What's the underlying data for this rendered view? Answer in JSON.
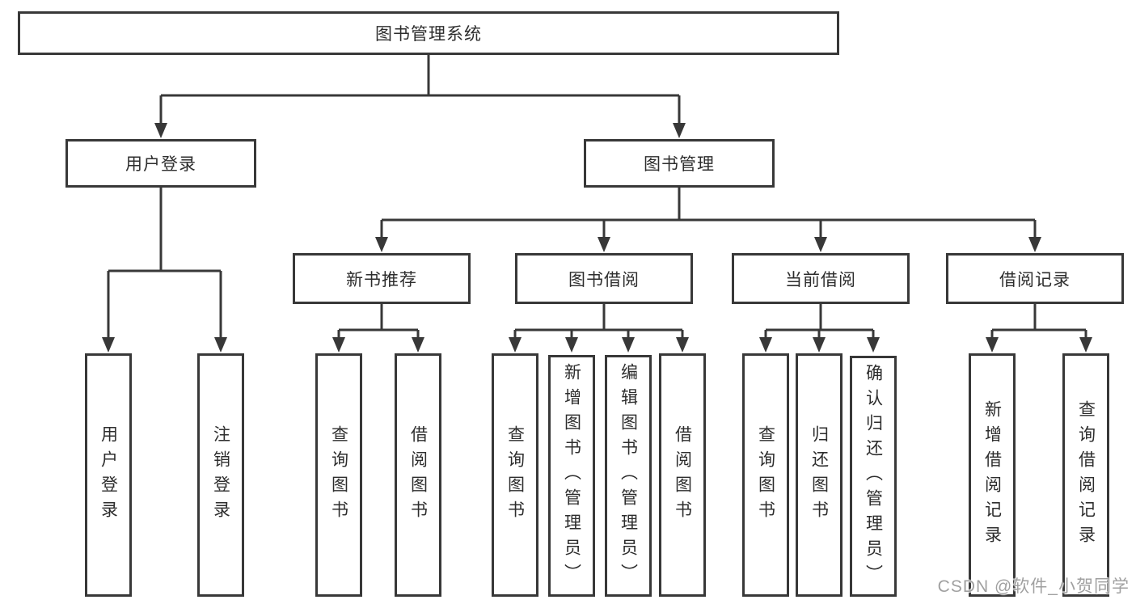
{
  "diagram": {
    "title": "图书管理系统",
    "tree": {
      "root": {
        "label": "图书管理系统"
      },
      "branches": [
        {
          "label": "用户登录",
          "children": [
            {
              "label": "用户登录"
            },
            {
              "label": "注销登录"
            }
          ]
        },
        {
          "label": "图书管理",
          "children": [
            {
              "label": "新书推荐",
              "children": [
                {
                  "label": "查询图书"
                },
                {
                  "label": "借阅图书"
                }
              ]
            },
            {
              "label": "图书借阅",
              "children": [
                {
                  "label": "查询图书"
                },
                {
                  "label": "新增图书（管理员）"
                },
                {
                  "label": "编辑图书（管理员）"
                },
                {
                  "label": "借阅图书"
                }
              ]
            },
            {
              "label": "当前借阅",
              "children": [
                {
                  "label": "查询图书"
                },
                {
                  "label": "归还图书"
                },
                {
                  "label": "确认归还（管理员）"
                }
              ]
            },
            {
              "label": "借阅记录",
              "children": [
                {
                  "label": "新增借阅记录"
                },
                {
                  "label": "查询借阅记录"
                }
              ]
            }
          ]
        }
      ]
    },
    "watermark": "CSDN @软件_小贺同学",
    "colors": {
      "line": "#383838",
      "box_border": "#383838",
      "box_background": "#ffffff",
      "text": "#2d2d2d",
      "watermark": "#a0a0a0"
    }
  }
}
